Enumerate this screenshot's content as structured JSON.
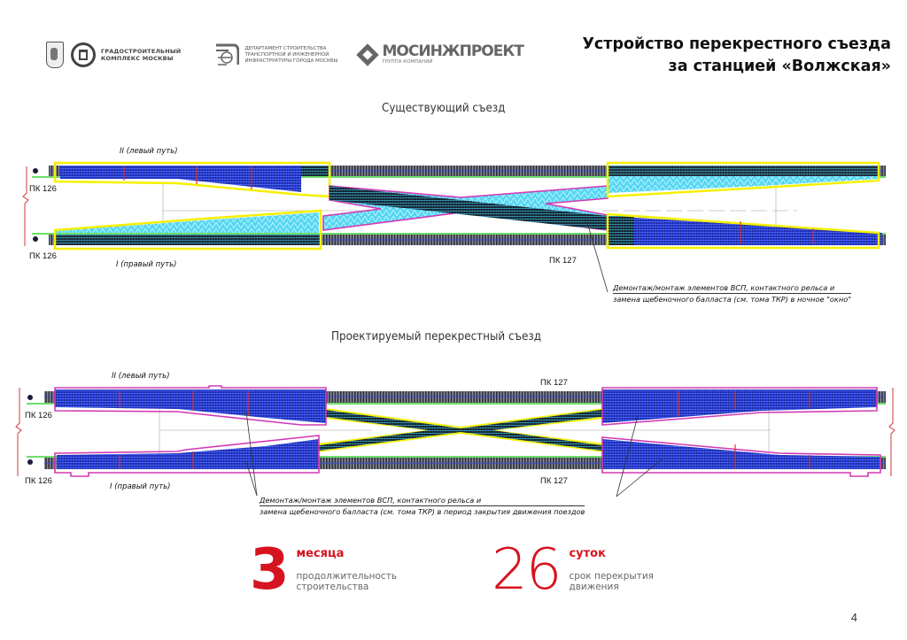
{
  "header": {
    "logos": [
      {
        "name": "moscow-coat-of-arms",
        "text": ""
      },
      {
        "name": "gradostroitelny-kompleks",
        "lines": [
          "ГРАДОСТРОИТЕЛЬНЫЙ",
          "КОМПЛЕКС МОСКВЫ"
        ]
      },
      {
        "name": "departament-stroitelstva",
        "lines": [
          "ДЕПАРТАМЕНТ СТРОИТЕЛЬСТВА",
          "ТРАНСПОРТНОЙ И ИНЖЕНЕРНОЙ",
          "ИНФРАСТРУКТУРЫ ГОРОДА МОСКВЫ"
        ]
      },
      {
        "name": "mosinzhproekt",
        "title": "МОСИНЖПРОЕКТ",
        "subtitle": "ГРУППА КОМПАНИЙ"
      }
    ],
    "title_line1": "Устройство перекрестного съезда",
    "title_line2": "за станцией «Волжская»"
  },
  "diagram_existing": {
    "title": "Существующий съезд",
    "track_left_label": "II (левый путь)",
    "track_right_label": "I (правый путь)",
    "pk_left_top": "ПК 126",
    "pk_left_bottom": "ПК 126",
    "pk_right": "ПК 127",
    "note_line1": "Демонтаж/монтаж элементов ВСП, контактного рельса и",
    "note_line2": "замена щебеночного балласта (см. тома ТКР) в ночное \"окно\""
  },
  "diagram_projected": {
    "title": "Проектируемый перекрестный съезд",
    "track_left_label": "II (левый путь)",
    "track_right_label": "I (правый путь)",
    "pk_left_top": "ПК 126",
    "pk_left_bottom": "ПК 126",
    "pk_right_top": "ПК 127",
    "pk_right_bottom": "ПК 127",
    "note_line1": "Демонтаж/монтаж элементов ВСП, контактного рельса и",
    "note_line2": "замена щебеночного балласта (см. тома ТКР) в период закрытия движения поездов"
  },
  "stats": [
    {
      "value": "3",
      "unit": "месяца",
      "desc_line1": "продолжительность",
      "desc_line2": "строительства"
    },
    {
      "value": "26",
      "unit": "суток",
      "desc_line1": "срок перекрытия",
      "desc_line2": "движения"
    }
  ],
  "colors": {
    "accent_red": "#d6141f",
    "track_blue": "#2a3ad8",
    "cyan_fill": "#55d4f0",
    "outline_yellow": "#f5f000",
    "outline_magenta": "#d23ab4",
    "outline_green": "#3bd43b"
  },
  "page_number": "4"
}
